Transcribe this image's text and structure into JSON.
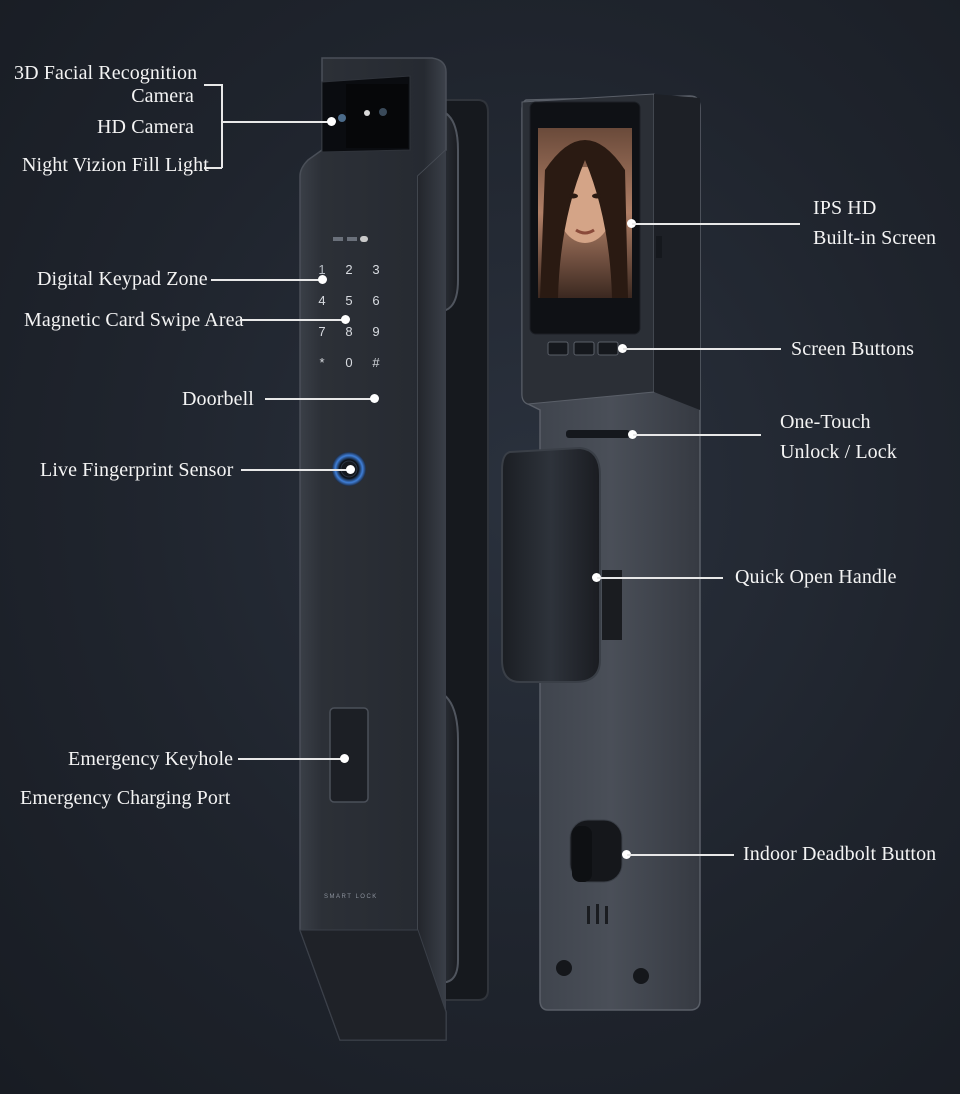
{
  "labels": {
    "facial_camera": [
      "3D Facial Recognition",
      "Camera"
    ],
    "hd_camera": "HD Camera",
    "night_light": "Night Vizion Fill Light",
    "keypad_zone": "Digital Keypad Zone",
    "card_swipe": "Magnetic Card Swipe Area",
    "doorbell": "Doorbell",
    "fingerprint": "Live Fingerprint Sensor",
    "keyhole": "Emergency Keyhole",
    "charging_port": "Emergency Charging Port",
    "screen": [
      "IPS HD",
      "Built-in Screen"
    ],
    "screen_buttons": "Screen Buttons",
    "unlock": [
      "One-Touch",
      "Unlock / Lock"
    ],
    "handle": "Quick Open Handle",
    "deadbolt": "Indoor Deadbolt Button"
  },
  "device": {
    "keypad_keys": [
      "1",
      "2",
      "3",
      "4",
      "5",
      "6",
      "7",
      "8",
      "9",
      "*",
      "0",
      "#"
    ],
    "brand_text": "SMART LOCK"
  },
  "colors": {
    "background": "#1f242d",
    "lock_body": "#2b2f36",
    "lock_edge": "#3b4049",
    "label_text": "#f4f4f4",
    "fingerprint_ring": "#3f7fd9"
  }
}
